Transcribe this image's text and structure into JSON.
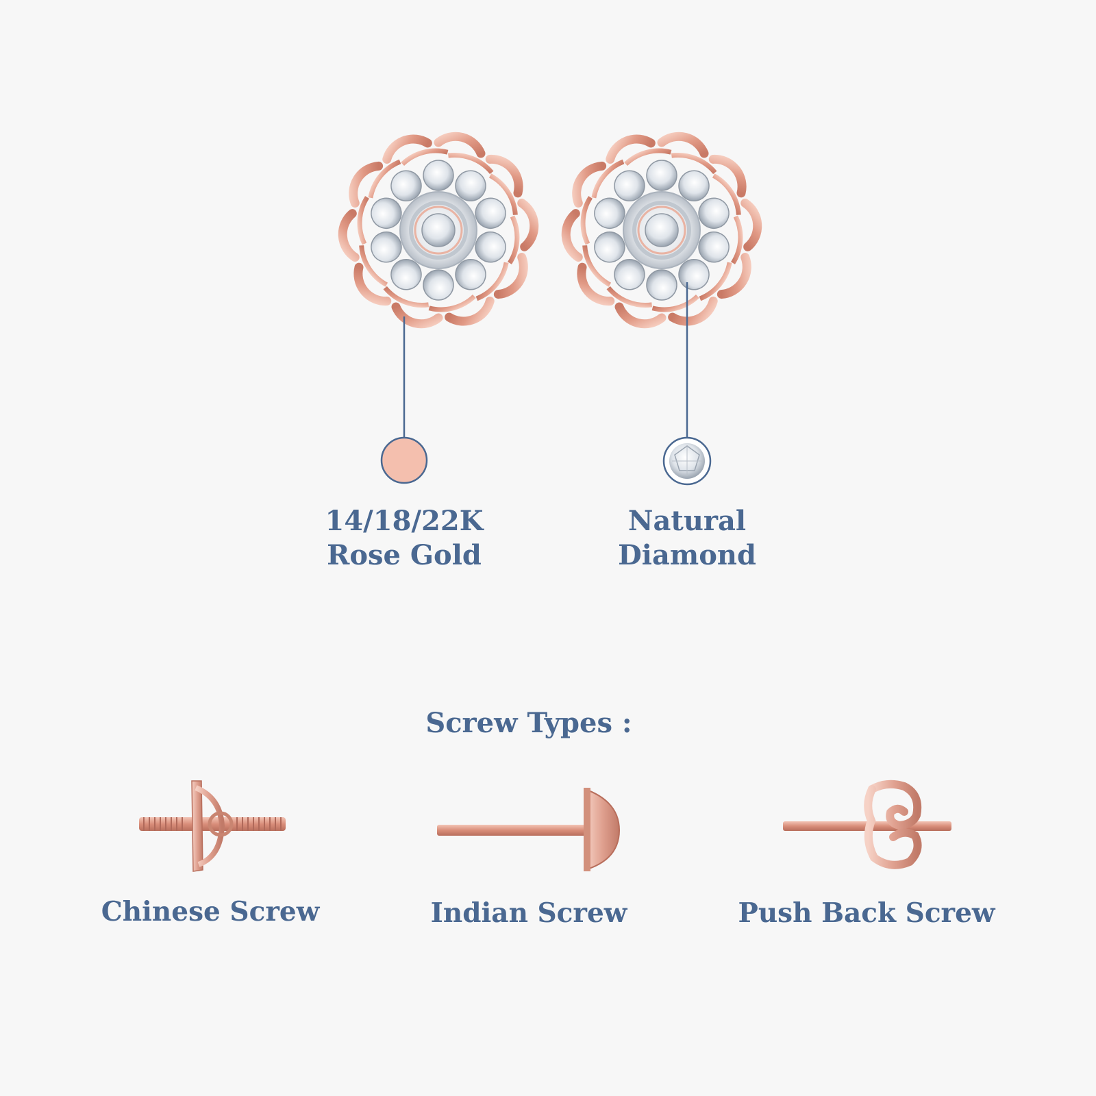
{
  "colors": {
    "background": "#f7f7f7",
    "text": "#4a6891",
    "callout_line": "#4a6891",
    "rose_gold": "#f4bfae",
    "rose_gold_metal": "#e4a08e",
    "diamond": "#e9edf1"
  },
  "materials": [
    {
      "id": "rose-gold",
      "icon": "rose-gold-swatch-icon",
      "line1": "14/18/22K",
      "line2": "Rose Gold"
    },
    {
      "id": "diamond",
      "icon": "diamond-swatch-icon",
      "line1": "Natural",
      "line2": "Diamond"
    }
  ],
  "screw_section": {
    "title": "Screw Types :",
    "items": [
      {
        "icon": "chinese-screw-icon",
        "label": "Chinese Screw"
      },
      {
        "icon": "indian-screw-icon",
        "label": "Indian Screw"
      },
      {
        "icon": "push-back-screw-icon",
        "label": "Push Back Screw"
      }
    ]
  }
}
